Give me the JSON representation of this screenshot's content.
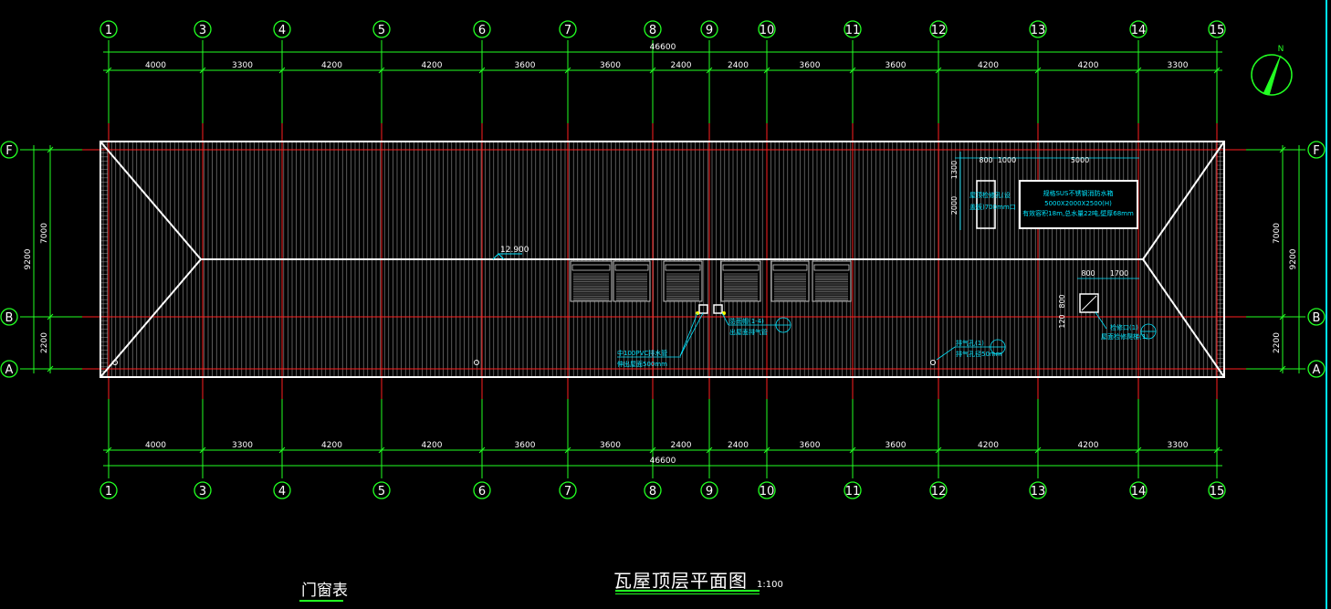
{
  "drawing": {
    "title": "瓦屋顶层平面图",
    "scale": "1:100",
    "table_title": "门窗表",
    "north_label": "N",
    "colors": {
      "background": "#000000",
      "axis": "#ff2020",
      "dimension": "#22ff22",
      "roof_hatch": "#c8c8c8",
      "outline": "#ffffff",
      "annotation": "#00e5ff"
    }
  },
  "axes_columns": [
    "1",
    "3",
    "4",
    "5",
    "6",
    "7",
    "8",
    "9",
    "10",
    "11",
    "12",
    "13",
    "14",
    "15"
  ],
  "axes_rows": [
    "F",
    "B",
    "A"
  ],
  "dimensions": {
    "top_spans": [
      "4000",
      "3300",
      "4200",
      "4200",
      "3600",
      "3600",
      "2400",
      "2400",
      "3600",
      "3600",
      "4200",
      "4200",
      "3300"
    ],
    "top_total": "46600",
    "bottom_spans": [
      "4000",
      "3300",
      "4200",
      "4200",
      "3600",
      "3600",
      "2400",
      "2400",
      "3600",
      "3600",
      "4200",
      "4200",
      "3300"
    ],
    "bottom_total": "46600",
    "left_segments": [
      "7000",
      "2200"
    ],
    "left_total": "9200",
    "right_segments": [
      "7000",
      "2200"
    ],
    "right_total": "9200"
  },
  "annotations": {
    "ridge_elevation": "12.900",
    "roof_hatch_dims": [
      "800",
      "1000",
      "5000"
    ],
    "hatch_vert_dims": [
      "1300",
      "2000"
    ],
    "side_box_dims": [
      "800",
      "1700"
    ],
    "side_box_vert": [
      "120",
      "800"
    ],
    "tank_note_lines": [
      "规格SUS不锈钢消防水箱",
      "5000X2000X2500(H)",
      "有效容积18m,总水量22吨,壁厚68mm"
    ],
    "hatch_note_lines": [
      "屋顶检修孔(设",
      "盖板)700mm口"
    ],
    "pipe_note_1_lines": [
      "中100PVC排水管",
      "伸出屋面500mm"
    ],
    "pipe_note_2_lines": [
      "防雨帽(1-4)",
      "出屋面排气管"
    ],
    "vent_note_lines": [
      "排气孔(1)",
      "排气孔径50mm"
    ],
    "right_note_lines": [
      "检修口(1)",
      "屋面检修爬梯(1)"
    ]
  }
}
